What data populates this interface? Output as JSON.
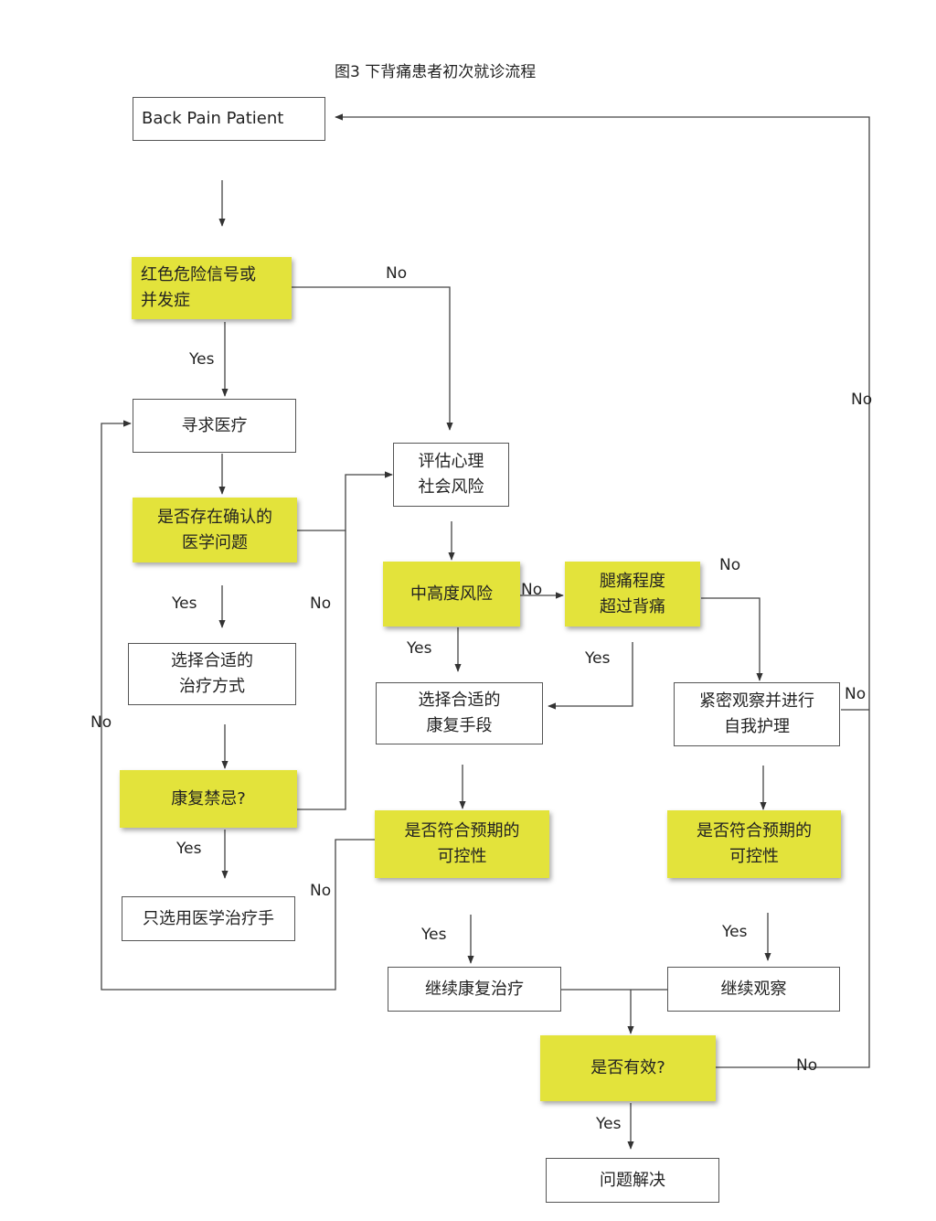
{
  "title": "图3  下背痛患者初次就诊流程",
  "nodes": {
    "back_pain_patient": "Back Pain Patient",
    "red_flags": "红色危险信号或\n并发症",
    "seek_care": "寻求医疗",
    "confirmed_problem": "是否存在确认的\n医学问题",
    "choose_treatment": "选择合适的\n治疗方式",
    "rehab_contra": "康复禁忌?",
    "medical_only": "只选用医学治疗手",
    "assess_psychosocial": "评估心理\n社会风险",
    "mid_high_risk": "中高度风险",
    "leg_pain": "腿痛程度\n超过背痛",
    "choose_rehab": "选择合适的\n康复手段",
    "close_observe": "紧密观察并进行\n自我护理",
    "controllable_mid": "是否符合预期的\n可控性",
    "controllable_right": "是否符合预期的\n可控性",
    "continue_rehab": "继续康复治疗",
    "continue_observe": "继续观察",
    "effective": "是否有效?",
    "resolved": "问题解决"
  },
  "labels": {
    "no_red_flags": "No",
    "yes_red_flags": "Yes",
    "no_right_loop": "No",
    "yes_confirmed": "Yes",
    "no_confirmed": "No",
    "no_left_loop": "No",
    "no_mid_high": "No",
    "no_leg_pain": "No",
    "yes_mid_high": "Yes",
    "yes_leg_pain": "Yes",
    "no_observe": "No",
    "yes_rehab_contra": "Yes",
    "no_controllable_mid": "No",
    "yes_controllable_mid": "Yes",
    "yes_controllable_right": "Yes",
    "no_effective": "No",
    "yes_effective": "Yes"
  },
  "colors": {
    "highlight": "#e3e33b",
    "line": "#444444"
  }
}
